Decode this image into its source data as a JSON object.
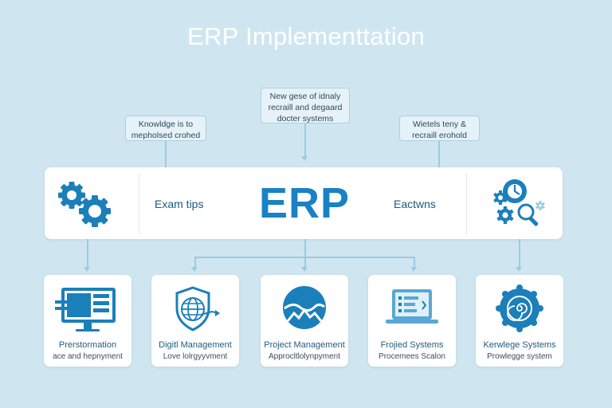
{
  "title": "ERP Implementtation",
  "notes": {
    "left": [
      "Knowldge is to",
      "mepholsed crohed"
    ],
    "center": [
      "New gese of idnaly",
      "recraill and degaard",
      "docter systems"
    ],
    "right": [
      "Wietels teny &",
      "recraill erohold"
    ]
  },
  "band": {
    "left_label": "Exam tips",
    "center_label": "ERP",
    "right_label": "Eactwns"
  },
  "cards": [
    {
      "title": "Prerstormation",
      "subtitle": "ace and hepnyment",
      "icon": "computer-monitor-icon"
    },
    {
      "title": "Digitl Management",
      "subtitle": "Love lolrgyyvment",
      "icon": "shield-globe-icon"
    },
    {
      "title": "Project Management",
      "subtitle": "Approcltlolynpyment",
      "icon": "wave-mountain-icon"
    },
    {
      "title": "Frojied Systems",
      "subtitle": "Procemees Scalon",
      "icon": "laptop-icon"
    },
    {
      "title": "Kerwlege Systems",
      "subtitle": "Prowlegge system",
      "icon": "spiral-badge-icon"
    }
  ],
  "colors": {
    "background": "#cfe6f1",
    "accent": "#1982c4",
    "connector": "#9ccbe0"
  }
}
